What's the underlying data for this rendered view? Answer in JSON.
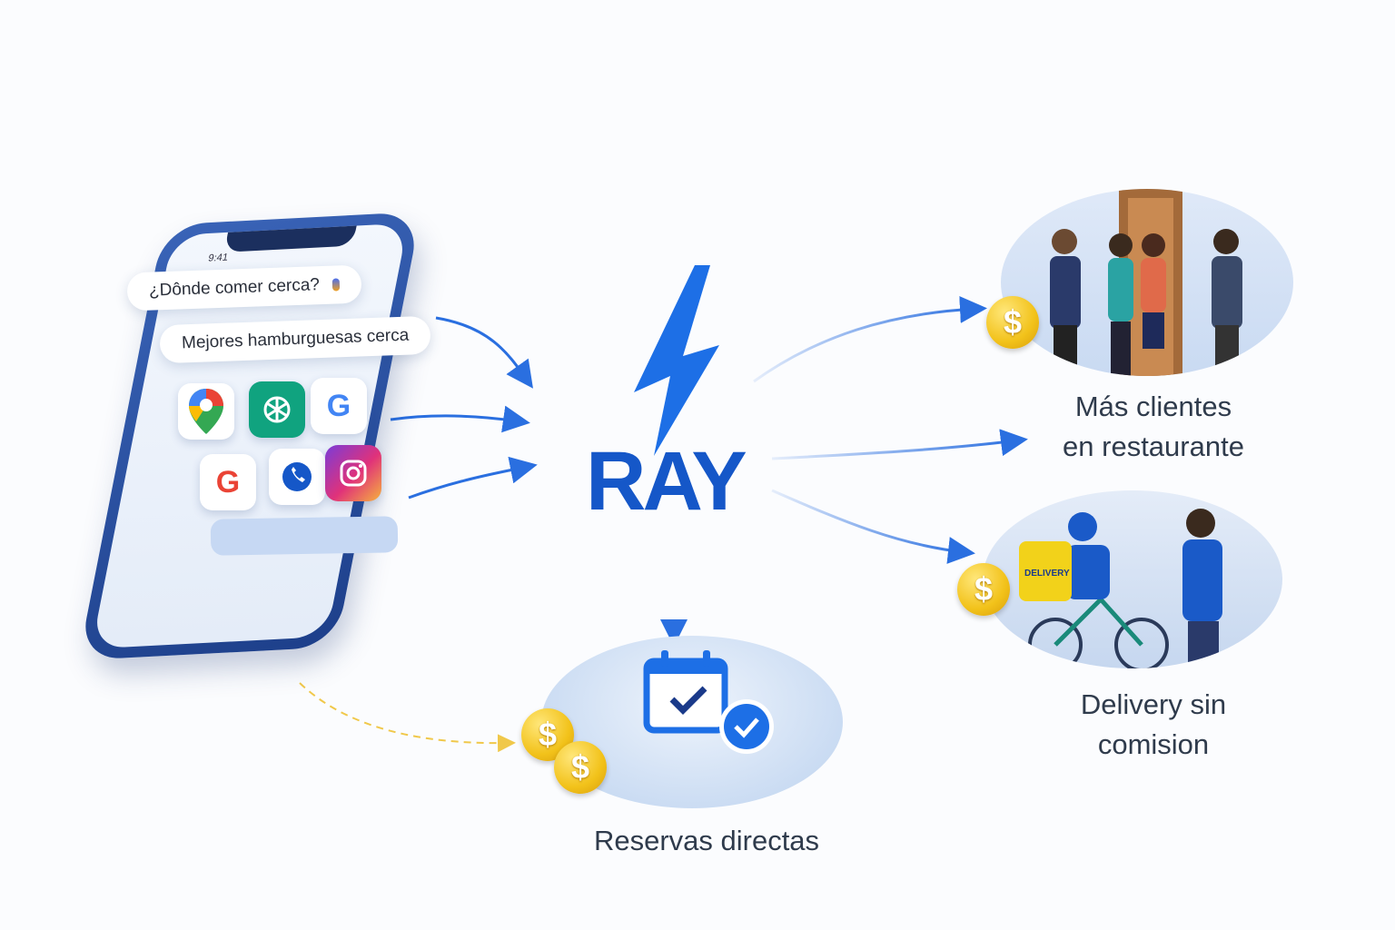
{
  "phone": {
    "status_time": "9:41",
    "query_1": "¿Dônde comer cerca?",
    "query_2": "Mejores hamburguesas cerca",
    "apps": [
      "maps-icon",
      "chatgpt-icon",
      "google-icon",
      "google-icon",
      "phone-chat-icon",
      "instagram-icon"
    ]
  },
  "brand": {
    "name": "RAY"
  },
  "outcomes": {
    "restaurant": {
      "line1": "Más clientes",
      "line2": "en restaurante"
    },
    "delivery": {
      "line1": "Delivery sin",
      "line2": "comision",
      "bag_text": "DELIVERY"
    },
    "reservations": {
      "label": "Reservas directas"
    }
  },
  "coin_symbol": "$",
  "colors": {
    "primary_blue": "#1557c8",
    "coin_gold": "#f2c21a",
    "text": "#2f3b4c"
  }
}
